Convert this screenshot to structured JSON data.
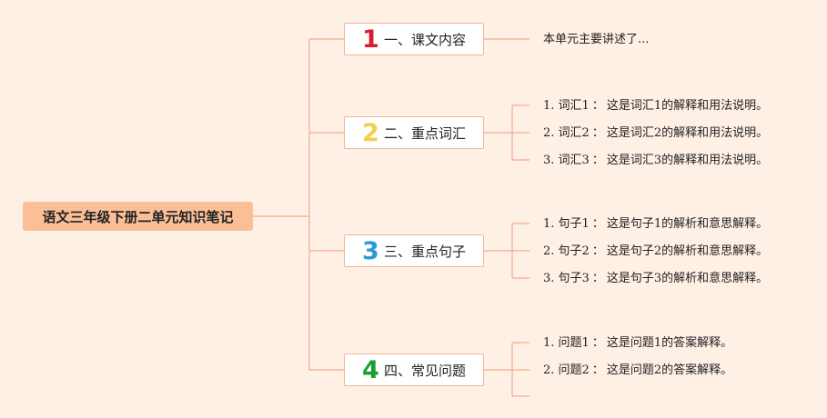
{
  "root": {
    "title": "语文三年级下册二单元知识笔记"
  },
  "branches": [
    {
      "num": "1",
      "num_color": "#d81e2d",
      "label": "一、课文内容",
      "leaves": [
        {
          "text": "本单元主要讲述了..."
        }
      ]
    },
    {
      "num": "2",
      "num_color": "#f2cf4a",
      "label": "二、重点词汇",
      "leaves": [
        {
          "idx": "1.",
          "term": "词汇1",
          "sep": "：",
          "desc": "这是词汇1的解释和用法说明。"
        },
        {
          "idx": "2.",
          "term": "词汇2",
          "sep": "：",
          "desc": "这是词汇2的解释和用法说明。"
        },
        {
          "idx": "3.",
          "term": "词汇3",
          "sep": "：",
          "desc": "这是词汇3的解释和用法说明。"
        }
      ]
    },
    {
      "num": "3",
      "num_color": "#2a9bd8",
      "label": "三、重点句子",
      "leaves": [
        {
          "idx": "1.",
          "term": "句子1",
          "sep": "：",
          "desc": "这是句子1的解析和意思解释。"
        },
        {
          "idx": "2.",
          "term": "句子2",
          "sep": "：",
          "desc": "这是句子2的解析和意思解释。"
        },
        {
          "idx": "3.",
          "term": "句子3",
          "sep": "：",
          "desc": "这是句子3的解析和意思解释。"
        }
      ]
    },
    {
      "num": "4",
      "num_color": "#18a030",
      "label": "四、常见问题",
      "leaves": [
        {
          "idx": "1.",
          "term": "问题1",
          "sep": "：",
          "desc": "这是问题1的答案解释。"
        },
        {
          "idx": "2.",
          "term": "问题2",
          "sep": "：",
          "desc": "这是问题2的答案解释。"
        },
        {
          "idx": "",
          "term": "",
          "sep": "",
          "desc": ""
        }
      ]
    }
  ],
  "colors": {
    "line": "#f3a98a",
    "root_bg": "#fbbf97",
    "background": "#fff0e6"
  }
}
